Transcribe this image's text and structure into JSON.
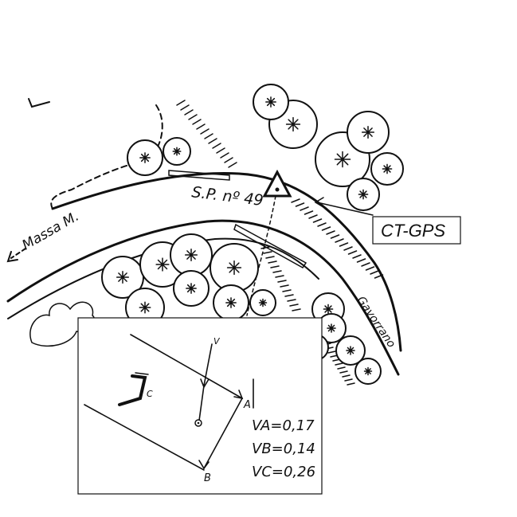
{
  "map": {
    "road_name": "S.P. nº 49",
    "dest_left": "Massa M.",
    "dest_right": "Gavorrano",
    "gps_label": "CT-GPS"
  },
  "inset": {
    "point_v": "V",
    "point_a": "A",
    "point_b": "B",
    "point_c": "C",
    "measurements": [
      "VA=0,17",
      "VB=0,14",
      "VC=0,26"
    ]
  },
  "colors": {
    "ink": "#111111",
    "background": "#ffffff"
  }
}
